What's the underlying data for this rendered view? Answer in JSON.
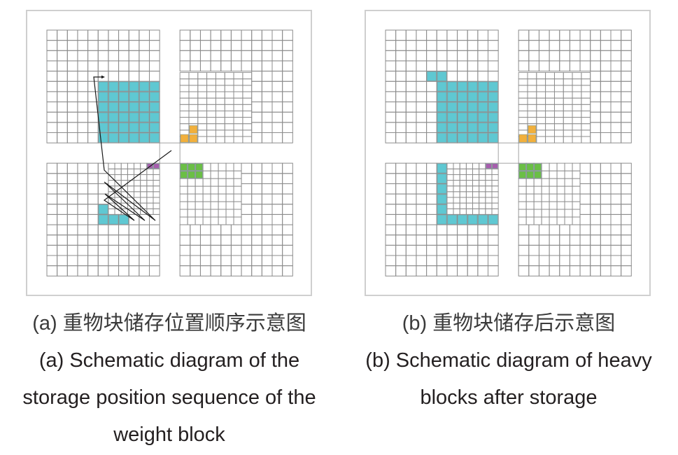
{
  "colors": {
    "cyan": "#5FC8D2",
    "orange": "#F2B03C",
    "green": "#6BBF45",
    "purple": "#A85CAE",
    "grid_line": "#8c8c8c",
    "path": "#1a1a1a"
  },
  "legend_note": "Quadrants of an 11x11 storage grid separated by a central aisle; colored cells denote stored weight blocks",
  "panels": [
    {
      "id": "a",
      "caption_cn": "(a) 重物块储存位置顺序示意图",
      "caption_en": [
        "(a) Schematic diagram of the",
        "storage position sequence of the",
        "weight block"
      ],
      "blocks": {
        "top_left_cyan": {
          "color": "cyan",
          "cells": "rows 6-11, cols 6-11 (6x6)"
        },
        "bottom_left_cyan": {
          "color": "cyan",
          "cells": "col 6 row 5; row 6 cols 6-8"
        },
        "top_right_orange": {
          "color": "orange",
          "cells": "3 fine cells, L-shape at bottom-left"
        },
        "bottom_left_purple": {
          "color": "purple",
          "cells": "2 fine cells at top-right"
        },
        "bottom_right_green": {
          "color": "green",
          "cells": "3x2 fine cells at top-left"
        }
      },
      "has_sequence_path": true
    },
    {
      "id": "b",
      "caption_cn": "(b) 重物块储存后示意图",
      "caption_en": [
        "(b) Schematic diagram of heavy",
        "blocks after storage"
      ],
      "blocks": {
        "top_left_cyan": {
          "color": "cyan",
          "cells": "row 5 cols 5-6; rows 6-11, cols 6-11"
        },
        "bottom_left_cyan": {
          "color": "cyan",
          "cells": "col 6 rows 1-6; row 6 cols 6-11"
        },
        "top_right_orange": {
          "color": "orange",
          "cells": "3 fine cells, L-shape at bottom-left"
        },
        "bottom_left_purple": {
          "color": "purple",
          "cells": "2 fine cells at top-right"
        },
        "bottom_right_green": {
          "color": "green",
          "cells": "3x2 fine cells at top-left"
        }
      },
      "has_sequence_path": false
    }
  ]
}
